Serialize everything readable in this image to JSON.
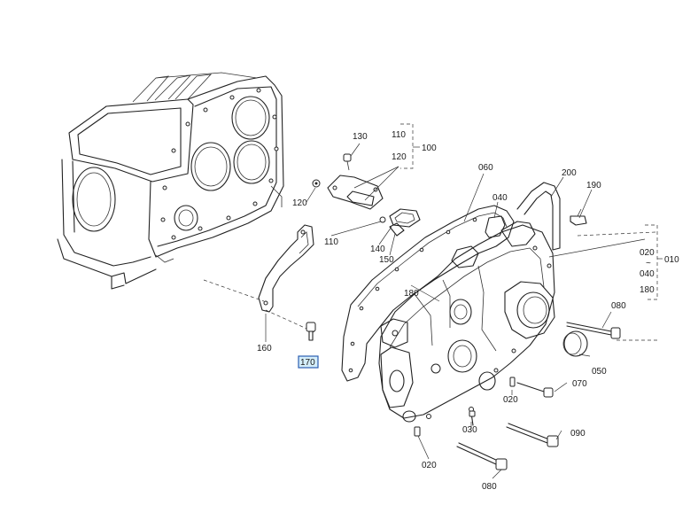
{
  "callouts": {
    "c130": "130",
    "c120a": "120",
    "c120b": "120",
    "c110a": "110",
    "c110b": "110",
    "c100": "100",
    "c140": "140",
    "c150": "150",
    "c060": "060",
    "c040a": "040",
    "c200": "200",
    "c190": "190",
    "c010": "010",
    "c020a": "020",
    "c040b": "040",
    "c180a": "180",
    "c180b": "180",
    "c160": "160",
    "c170": "170",
    "c080a": "080",
    "c050": "050",
    "c070": "070",
    "c020b": "020",
    "c030": "030",
    "c090": "090",
    "c020c": "020",
    "c080b": "080",
    "tilde": "~"
  },
  "highlight": {
    "part": "170",
    "fill": "#d4eefa",
    "border": "#2a5db0"
  }
}
